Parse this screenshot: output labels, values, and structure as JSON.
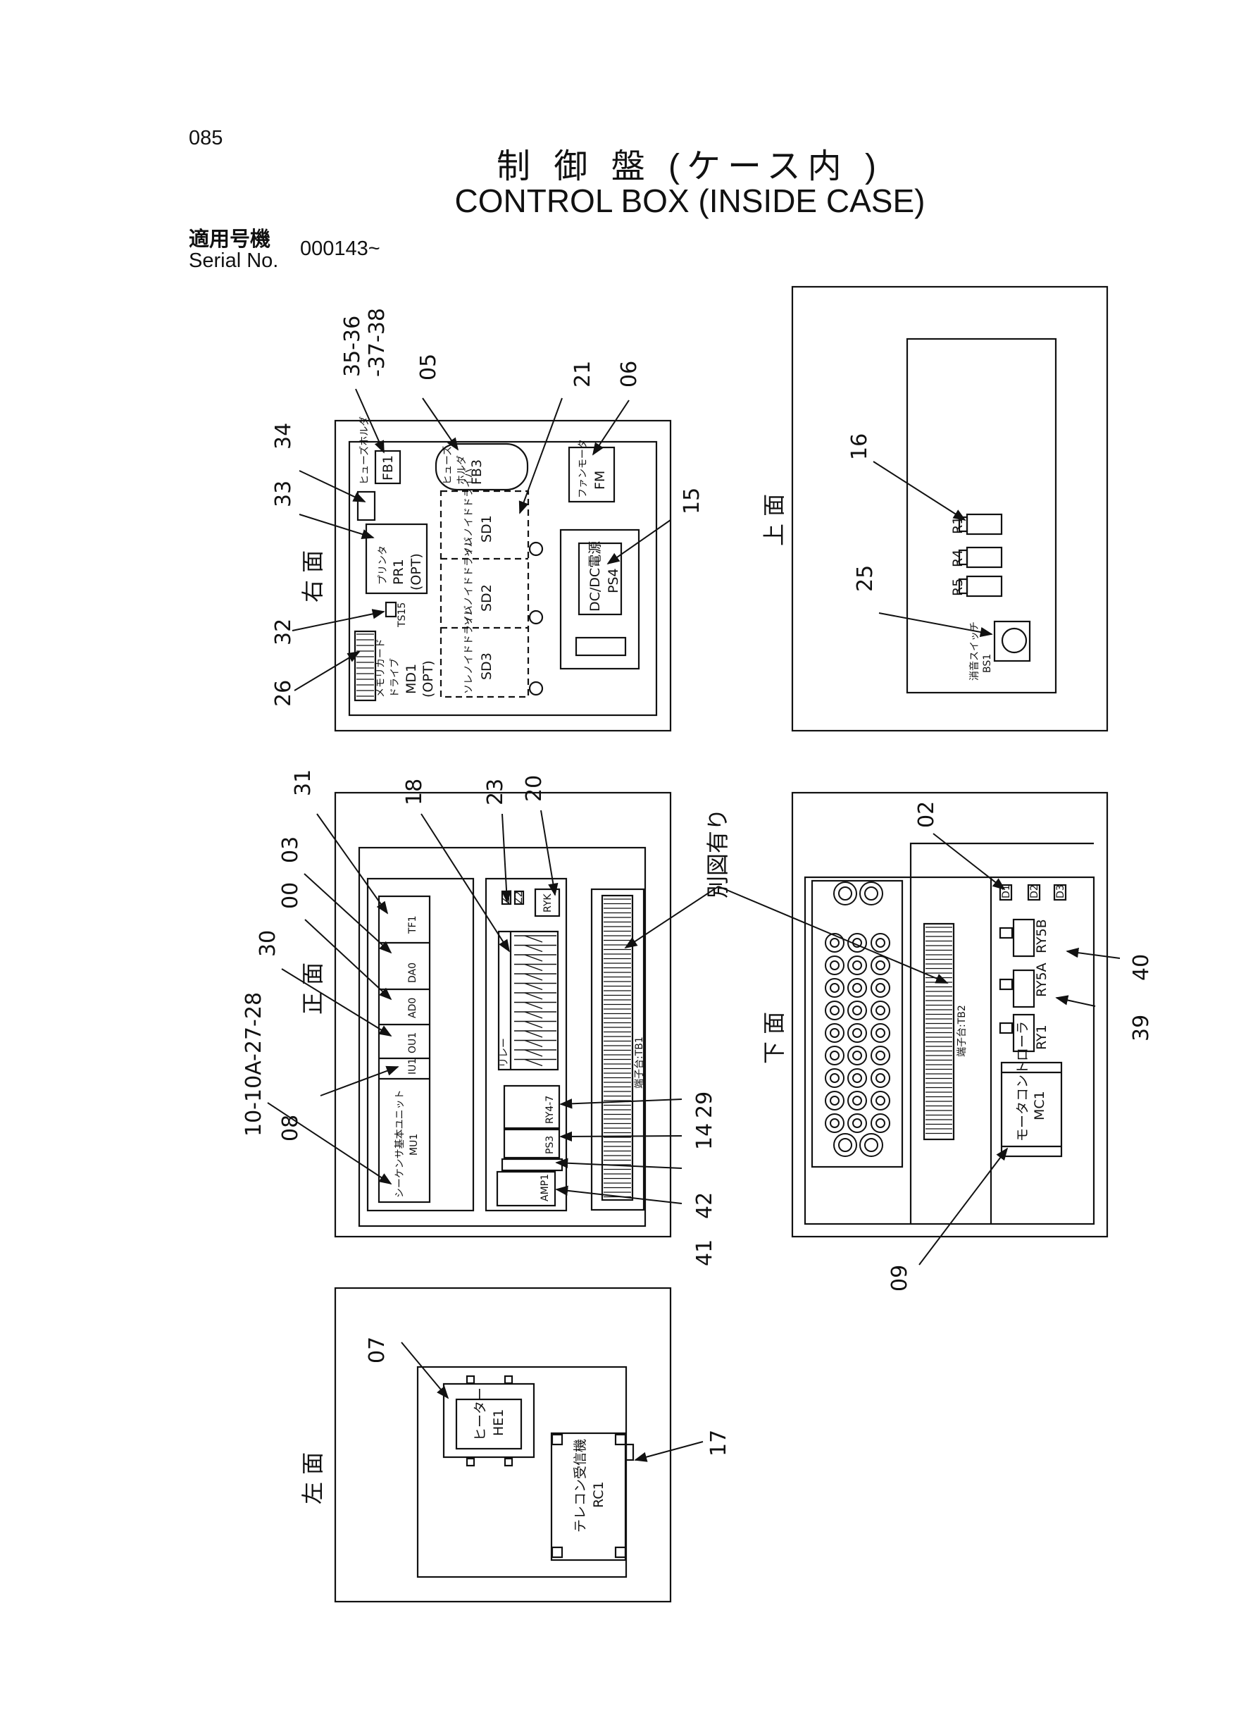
{
  "header": {
    "page_number": "085",
    "title_jp": "制 御 盤 (ケース内 )",
    "title_en": "CONTROL  BOX (INSIDE  CASE)",
    "serial_label_jp": "適用号機",
    "serial_label_en": "Serial No.",
    "serial_value": "000143~"
  },
  "views": {
    "right": "右 面",
    "top": "上 面",
    "front": "正 面",
    "bottom": "下 面",
    "left": "左 面"
  },
  "right_view": {
    "callouts": [
      "35-36",
      "-37-38",
      "05",
      "21",
      "06",
      "34",
      "33",
      "15",
      "32",
      "26"
    ],
    "fb1_small": "ヒューズホルダ",
    "fb1": "FB1",
    "fb3_small": "ヒューズ",
    "fb3_small2": "ホルダ",
    "fb3": "FB3",
    "fm_small": "ファンモータ",
    "fm": "FM",
    "pr1_small": "プリンタ",
    "pr1": "PR1",
    "pr1_opt": "(OPT)",
    "sd1_small": "ソレノイドドライバ",
    "sd1": "SD1",
    "sd2_small": "ソレノイドドライバ",
    "sd2": "SD2",
    "sd3_small": "ソレノイドドライバ",
    "sd3": "SD3",
    "ps4_small": "DC/DC電源",
    "ps4": "PS4",
    "ts15": "TS15",
    "md1_small": "メモリカード",
    "md1_small2": "ドライブ",
    "md1": "MD1",
    "md1_opt": "(OPT)"
  },
  "top_view": {
    "callouts": [
      "16",
      "25"
    ],
    "relays": [
      "R1",
      "R4",
      "R5"
    ],
    "switch_small": "消音スイッチ",
    "switch": "BS1"
  },
  "front_view": {
    "callouts": [
      "31",
      "03",
      "00",
      "30",
      "10-10A-27-28",
      "08",
      "18",
      "23",
      "20",
      "29",
      "14",
      "42",
      "41"
    ],
    "note_jp": "別図有り",
    "tb1": "端子台:TB1",
    "mu1_small": "シーケンサ基本ユニット",
    "mu1": "MU1",
    "iu1": "IU1",
    "ou1": "OU1",
    "ad0": "AD0",
    "da0": "DA0",
    "tf1": "TF1",
    "relay_small": "リレー",
    "ry4": "RY4-7",
    "ps3": "PS3",
    "amp1": "AMP1",
    "ryk": "RYK",
    "z1": "Z1",
    "z2": "Z2"
  },
  "bottom_view": {
    "callouts": [
      "02",
      "40",
      "39",
      "09"
    ],
    "tb2": "端子台:TB2",
    "d1": "D1",
    "d2": "D2",
    "d3": "D3",
    "ry5a": "RY5A",
    "ry5b": "RY5B",
    "ry1": "RY1",
    "mc1_small": "モータコントローラ",
    "mc1": "MC1"
  },
  "left_view": {
    "callouts": [
      "07",
      "17"
    ],
    "he1_small": "ヒーター",
    "he1": "HE1",
    "rc1_small": "テレコン受信機",
    "rc1": "RC1"
  }
}
